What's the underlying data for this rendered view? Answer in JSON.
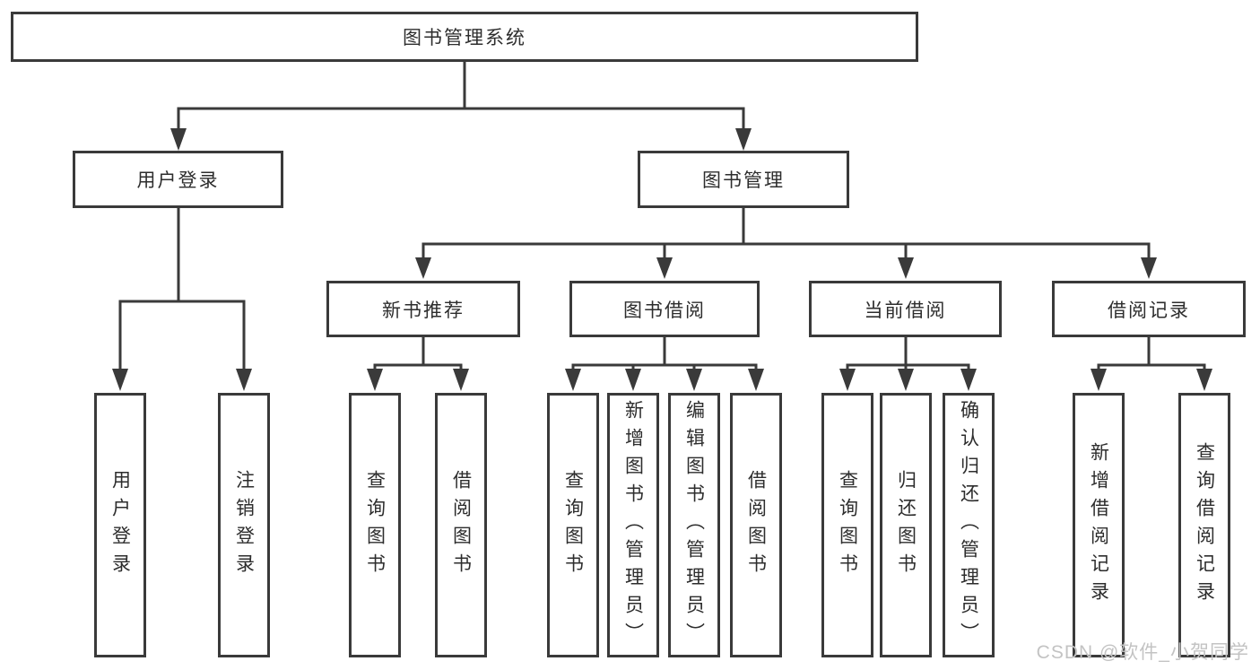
{
  "diagram": {
    "type": "hierarchy-tree",
    "tree": {
      "root": {
        "label": "图书管理系统"
      },
      "level2": [
        {
          "label": "用户登录",
          "parent": "图书管理系统"
        },
        {
          "label": "图书管理",
          "parent": "图书管理系统"
        }
      ],
      "level3": [
        {
          "label": "新书推荐",
          "parent": "图书管理"
        },
        {
          "label": "图书借阅",
          "parent": "图书管理"
        },
        {
          "label": "当前借阅",
          "parent": "图书管理"
        },
        {
          "label": "借阅记录",
          "parent": "图书管理"
        }
      ],
      "leaves": [
        {
          "label": "用户登录",
          "parent": "用户登录"
        },
        {
          "label": "注销登录",
          "parent": "用户登录"
        },
        {
          "label": "查询图书",
          "parent": "新书推荐"
        },
        {
          "label": "借阅图书",
          "parent": "新书推荐"
        },
        {
          "label": "查询图书",
          "parent": "图书借阅"
        },
        {
          "label": "新增图书（管理员）",
          "parent": "图书借阅"
        },
        {
          "label": "编辑图书（管理员）",
          "parent": "图书借阅"
        },
        {
          "label": "借阅图书",
          "parent": "图书借阅"
        },
        {
          "label": "查询图书",
          "parent": "当前借阅"
        },
        {
          "label": "归还图书",
          "parent": "当前借阅"
        },
        {
          "label": "确认归还（管理员）",
          "parent": "当前借阅"
        },
        {
          "label": "新增借阅记录",
          "parent": "借阅记录"
        },
        {
          "label": "查询借阅记录",
          "parent": "借阅记录"
        }
      ]
    }
  },
  "watermark": "CSDN @软件_小贺同学",
  "colors": {
    "line": "#3a3a3a",
    "text": "#2d2d2d",
    "background": "#ffffff",
    "watermark": "#c3c3c3"
  }
}
